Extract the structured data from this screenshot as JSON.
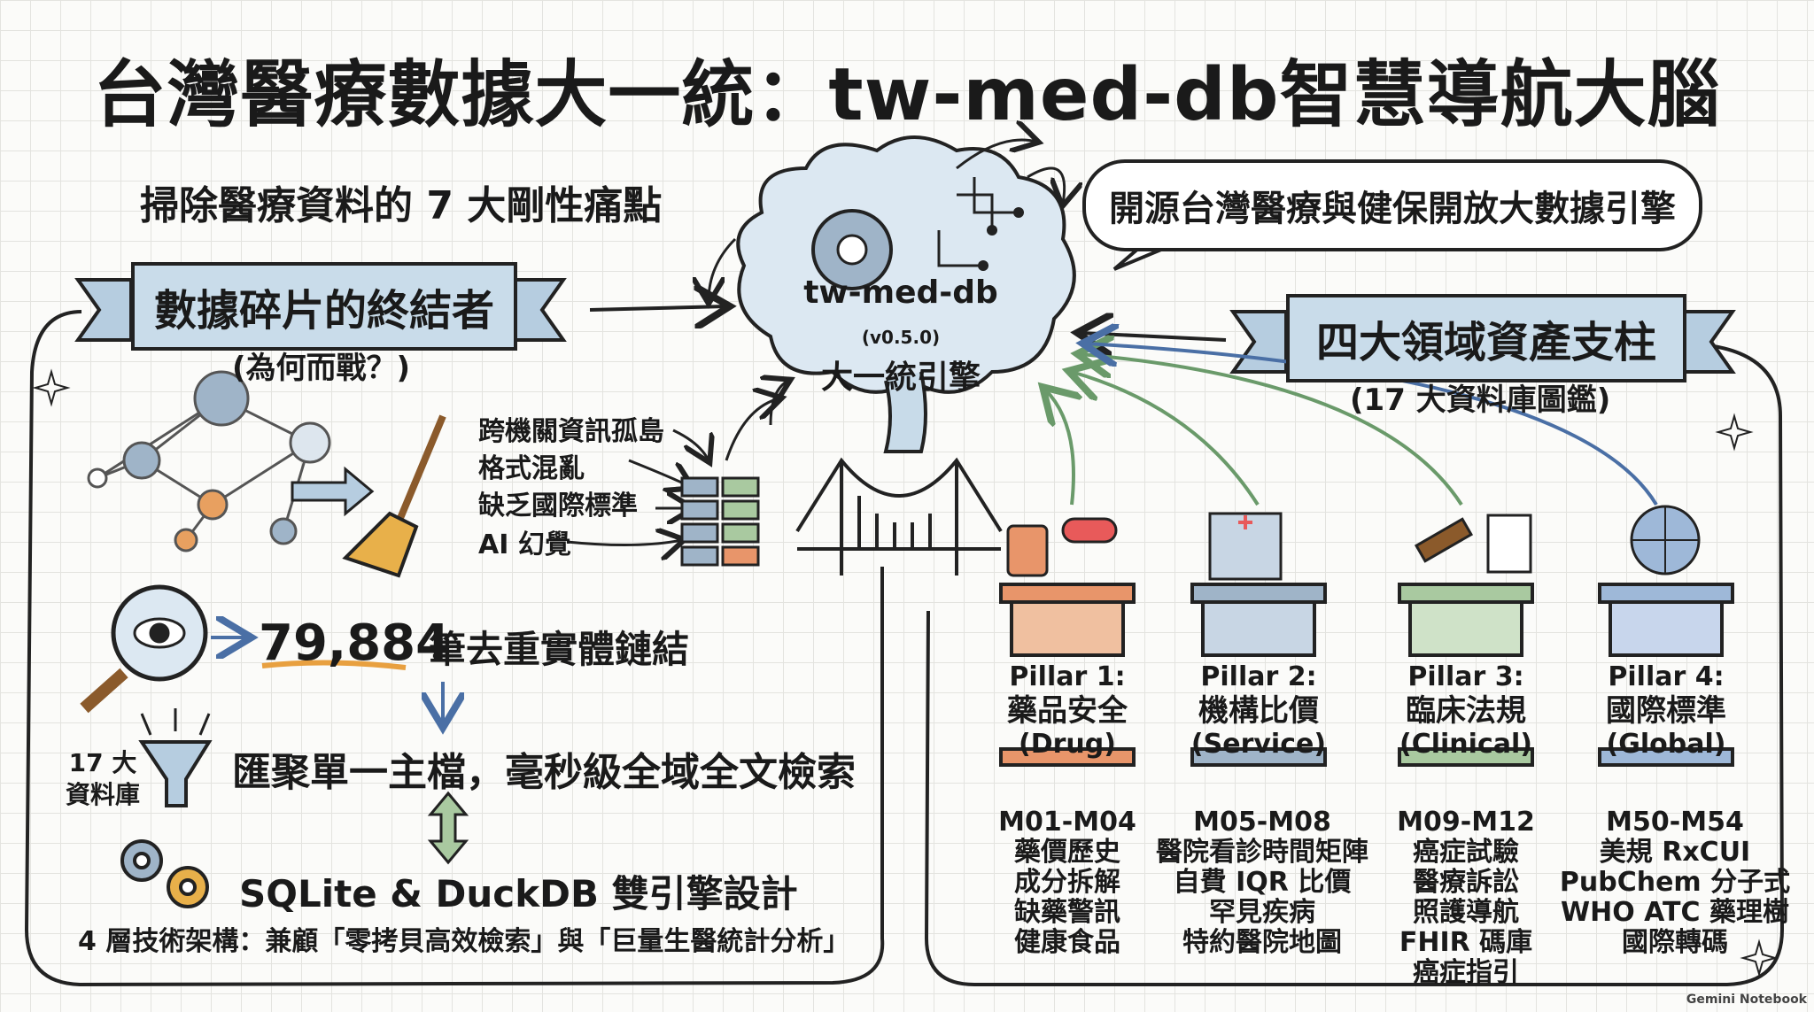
{
  "title": "台灣醫療數據大一統：tw-med-db智慧導航大腦",
  "left": {
    "heading": "掃除醫療資料的 7 大剛性痛點",
    "ribbon": "數據碎片的終結者",
    "ribbon_sub": "(為何而戰？)",
    "issues": [
      "跨機關資訊孤島",
      "格式混亂",
      "缺乏國際標準",
      "AI 幻覺"
    ],
    "entity_count": "79,884",
    "entity_label": "筆去重實體鏈結",
    "db_count_label_1": "17 大",
    "db_count_label_2": "資料庫",
    "unify": "匯聚單一主檔，毫秒級全域全文檢索",
    "engine": "SQLite & DuckDB 雙引擎設計",
    "architecture": "4 層技術架構：兼顧「零拷貝高效檢索」與「巨量生醫統計分析」"
  },
  "brain": {
    "name": "tw-med-db",
    "version": "(v0.5.0)",
    "label": "大一統引擎"
  },
  "right": {
    "bubble": "開源台灣醫療與健保開放大數據引擎",
    "ribbon": "四大領域資產支柱",
    "ribbon_sub": "(17 大資料庫圖鑑)",
    "pillars": [
      {
        "title": "Pillar 1:",
        "name": "藥品安全",
        "en": "(Drug)",
        "code": "M01-M04",
        "items": [
          "藥價歷史",
          "成分拆解",
          "缺藥警訊",
          "健康食品"
        ],
        "color": "#e8956a"
      },
      {
        "title": "Pillar 2:",
        "name": "機構比價",
        "en": "(Service)",
        "code": "M05-M08",
        "items": [
          "醫院看診時間矩陣",
          "自費 IQR 比價",
          "罕見疾病",
          "特約醫院地圖"
        ],
        "color": "#9fb4c8"
      },
      {
        "title": "Pillar 3:",
        "name": "臨床法規",
        "en": "(Clinical)",
        "code": "M09-M12",
        "items": [
          "癌症試驗",
          "醫療訴訟",
          "照護導航",
          "FHIR 碼庫",
          "癌症指引"
        ],
        "color": "#a9c9a0"
      },
      {
        "title": "Pillar 4:",
        "name": "國際標準",
        "en": "(Global)",
        "code": "M50-M54",
        "items": [
          "美規 RxCUI",
          "PubChem 分子式",
          "WHO ATC 藥理樹",
          "國際轉碼"
        ],
        "color": "#9eb8d8"
      }
    ]
  },
  "watermark": "Gemini Notebook"
}
